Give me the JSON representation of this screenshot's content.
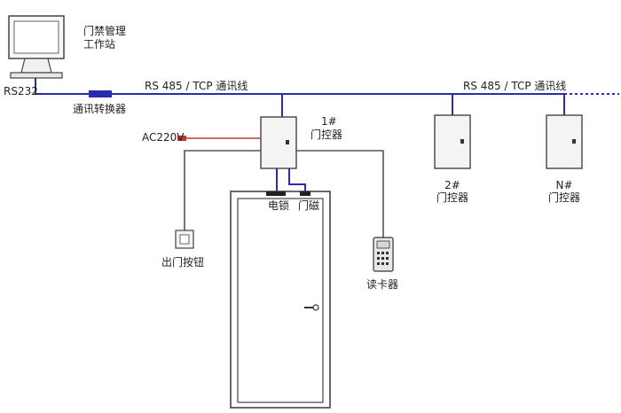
{
  "workstation": {
    "label_line1": "门禁管理",
    "label_line2": "工作站",
    "port": "RS232"
  },
  "converter": {
    "label": "通讯转换器"
  },
  "bus": {
    "label_left": "RS 485 / TCP 通讯线",
    "label_right": "RS 485 / TCP 通讯线"
  },
  "controllers": [
    {
      "id": "1#",
      "name": "门控器"
    },
    {
      "id": "2#",
      "name": "门控器"
    },
    {
      "id": "N#",
      "name": "门控器"
    }
  ],
  "power": {
    "label": "AC220V"
  },
  "door": {
    "lock_label": "电锁",
    "magnet_label": "门磁"
  },
  "exit_button": {
    "label": "出门按钮"
  },
  "card_reader": {
    "label": "读卡器"
  },
  "colors": {
    "bus": "#2b2bb0",
    "power": "#c0392b",
    "wire": "#555555",
    "box_fill": "#f4f4f4"
  }
}
